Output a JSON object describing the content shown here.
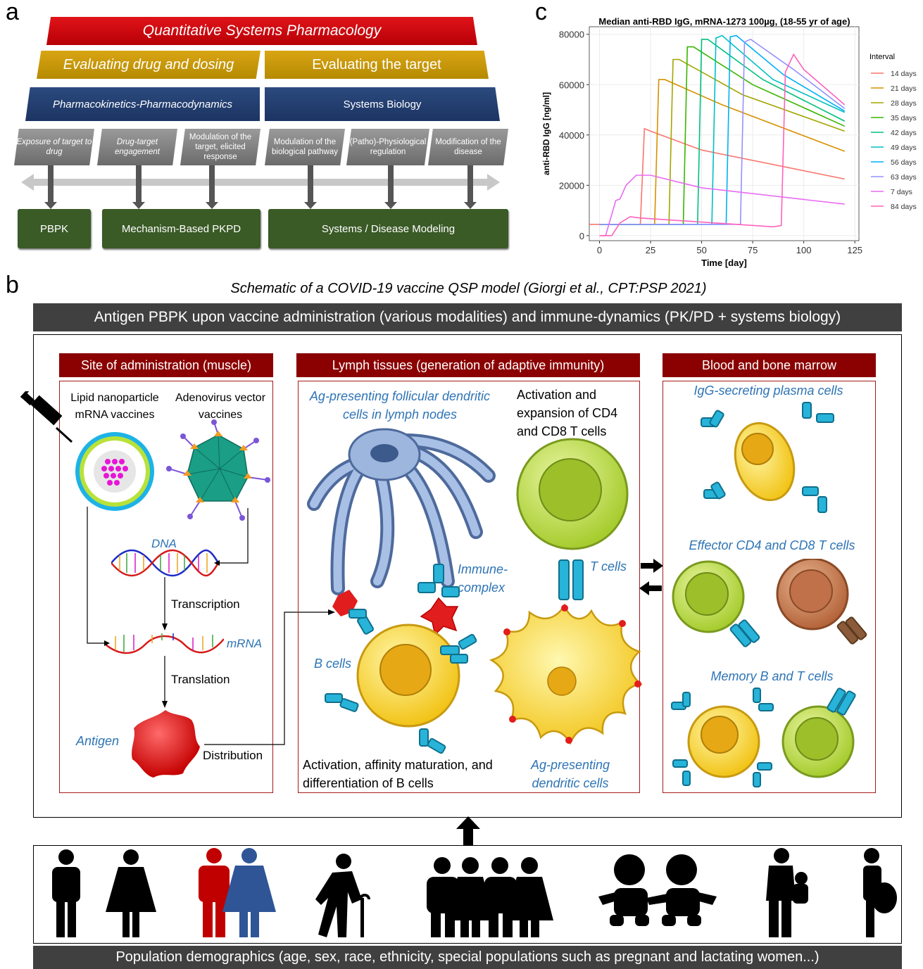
{
  "panel_a": {
    "letter": "a",
    "top_banner": "Quantitative Systems Pharmacology",
    "gold_left": "Evaluating drug and dosing",
    "gold_right": "Evaluating the target",
    "navy_left": "Pharmacokinetics-Pharmacodynamics",
    "navy_right": "Systems Biology",
    "grey_boxes": [
      "Exposure of target to drug",
      "Drug-target engagement",
      "Modulation of the target, elicited response",
      "Modulation of the biological pathway",
      "(Patho)-Physiological regulation",
      "Modification of the disease"
    ],
    "green_boxes": [
      "PBPK",
      "Mechanism-Based PKPD",
      "Systems / Disease Modeling"
    ]
  },
  "panel_b": {
    "letter": "b",
    "subtitle": "Schematic of a COVID-19 vaccine QSP model (Giorgi et al., CPT:PSP 2021)",
    "top_banner": "Antigen PBPK upon vaccine administration (various modalities) and immune-dynamics (PK/PD + systems biology)",
    "bottom_banner": "Population demographics (age, sex, race, ethnicity, special populations such as pregnant and lactating women...)",
    "site": {
      "header": "Site of administration (muscle)",
      "lnp": "Lipid nanoparticle mRNA vaccines",
      "adeno": "Adenovirus vector vaccines",
      "dna": "DNA",
      "transcription": "Transcription",
      "mrna": "mRNA",
      "translation": "Translation",
      "antigen": "Antigen",
      "distribution": "Distribution"
    },
    "lymph": {
      "header": "Lymph tissues (generation of adaptive immunity)",
      "fdc": "Ag-presenting follicular dendritic cells in lymph nodes",
      "tcell_act": "Activation and expansion of CD4 and CD8 T cells",
      "immune_complex": "Immune-complex",
      "t_cells": "T cells",
      "b_cells": "B cells",
      "b_act": "Activation, affinity maturation, and differentiation of B cells",
      "apc": "Ag-presenting dendritic cells"
    },
    "blood": {
      "header": "Blood and bone marrow",
      "plasma": "IgG-secreting plasma cells",
      "effector": "Effector CD4 and CD8 T cells",
      "memory": "Memory B and T cells"
    }
  },
  "panel_c": {
    "letter": "c"
  },
  "chart_data": {
    "type": "line",
    "title": "Median anti-RBD IgG, mRNA-1273 100µg, (18-55 yr of age)",
    "xlabel": "Time [day]",
    "ylabel": "anti-RBD IgG [ng/ml]",
    "xlim": [
      -5,
      127
    ],
    "ylim": [
      -2000,
      83000
    ],
    "xticks": [
      0,
      25,
      50,
      75,
      100,
      125
    ],
    "yticks": [
      0,
      20000,
      40000,
      60000,
      80000
    ],
    "ytick_labels": [
      "0",
      "20000",
      "40000",
      "60000",
      "80000"
    ],
    "legend_title": "Interval",
    "legend_position": "right",
    "grid": true,
    "series": [
      {
        "name": "14 days",
        "color": "#f8766d",
        "points": [
          [
            -5,
            4500
          ],
          [
            0,
            4500
          ],
          [
            20,
            4500
          ],
          [
            22,
            42500
          ],
          [
            25,
            41500
          ],
          [
            50,
            34000
          ],
          [
            120,
            22500
          ]
        ]
      },
      {
        "name": "21 days",
        "color": "#d89000",
        "points": [
          [
            0,
            4500
          ],
          [
            27,
            4500
          ],
          [
            29,
            62000
          ],
          [
            32,
            62000
          ],
          [
            60,
            52000
          ],
          [
            120,
            33500
          ]
        ]
      },
      {
        "name": "28 days",
        "color": "#a3a500",
        "points": [
          [
            0,
            4500
          ],
          [
            34,
            4500
          ],
          [
            36,
            70000
          ],
          [
            39,
            70000
          ],
          [
            70,
            56000
          ],
          [
            120,
            41500
          ]
        ]
      },
      {
        "name": "35 days",
        "color": "#39b600",
        "points": [
          [
            0,
            4500
          ],
          [
            41,
            4500
          ],
          [
            43,
            75000
          ],
          [
            46,
            75000
          ],
          [
            75,
            60000
          ],
          [
            120,
            43500
          ]
        ]
      },
      {
        "name": "42 days",
        "color": "#00bf7d",
        "points": [
          [
            0,
            4500
          ],
          [
            48,
            4500
          ],
          [
            50,
            78000
          ],
          [
            53,
            78000
          ],
          [
            80,
            62000
          ],
          [
            120,
            45500
          ]
        ]
      },
      {
        "name": "49 days",
        "color": "#00bfc4",
        "points": [
          [
            0,
            4500
          ],
          [
            55,
            4500
          ],
          [
            57,
            78500
          ],
          [
            60,
            79500
          ],
          [
            85,
            62000
          ],
          [
            120,
            49000
          ]
        ]
      },
      {
        "name": "56 days",
        "color": "#00b0f6",
        "points": [
          [
            0,
            4500
          ],
          [
            62,
            4500
          ],
          [
            64,
            79000
          ],
          [
            67,
            79500
          ],
          [
            90,
            64000
          ],
          [
            120,
            49500
          ]
        ]
      },
      {
        "name": "63 days",
        "color": "#9590ff",
        "points": [
          [
            0,
            4500
          ],
          [
            69,
            4500
          ],
          [
            71,
            77000
          ],
          [
            74,
            78000
          ],
          [
            95,
            66000
          ],
          [
            120,
            50500
          ]
        ]
      },
      {
        "name": "7 days",
        "color": "#e76bf3",
        "points": [
          [
            0,
            0
          ],
          [
            3,
            0
          ],
          [
            8,
            14000
          ],
          [
            10,
            14500
          ],
          [
            13,
            20000
          ],
          [
            18,
            24000
          ],
          [
            25,
            24000
          ],
          [
            50,
            19000
          ],
          [
            120,
            12500
          ]
        ]
      },
      {
        "name": "84 days",
        "color": "#ff62bc",
        "points": [
          [
            0,
            0
          ],
          [
            6,
            0
          ],
          [
            10,
            5000
          ],
          [
            15,
            7500
          ],
          [
            20,
            7000
          ],
          [
            85,
            3500
          ],
          [
            89,
            4000
          ],
          [
            91,
            65000
          ],
          [
            95,
            72000
          ],
          [
            100,
            66000
          ],
          [
            120,
            52000
          ]
        ]
      }
    ]
  }
}
